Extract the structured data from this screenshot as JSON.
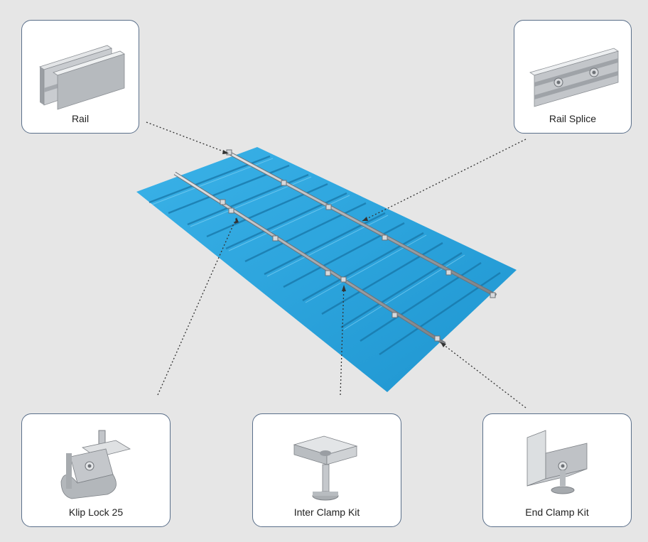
{
  "components": {
    "rail": {
      "label": "Rail"
    },
    "rail_splice": {
      "label": "Rail Splice"
    },
    "klip_lock": {
      "label": "Klip Lock 25"
    },
    "inter_clamp": {
      "label": "Inter Clamp Kit"
    },
    "end_clamp": {
      "label": "End Clamp Kit"
    }
  },
  "colors": {
    "background": "#e6e6e6",
    "roof": "#2aa3dc",
    "roof_dark": "#1b7fb3",
    "card_border": "#5a6f8a",
    "metal": "#b9bcc0"
  }
}
